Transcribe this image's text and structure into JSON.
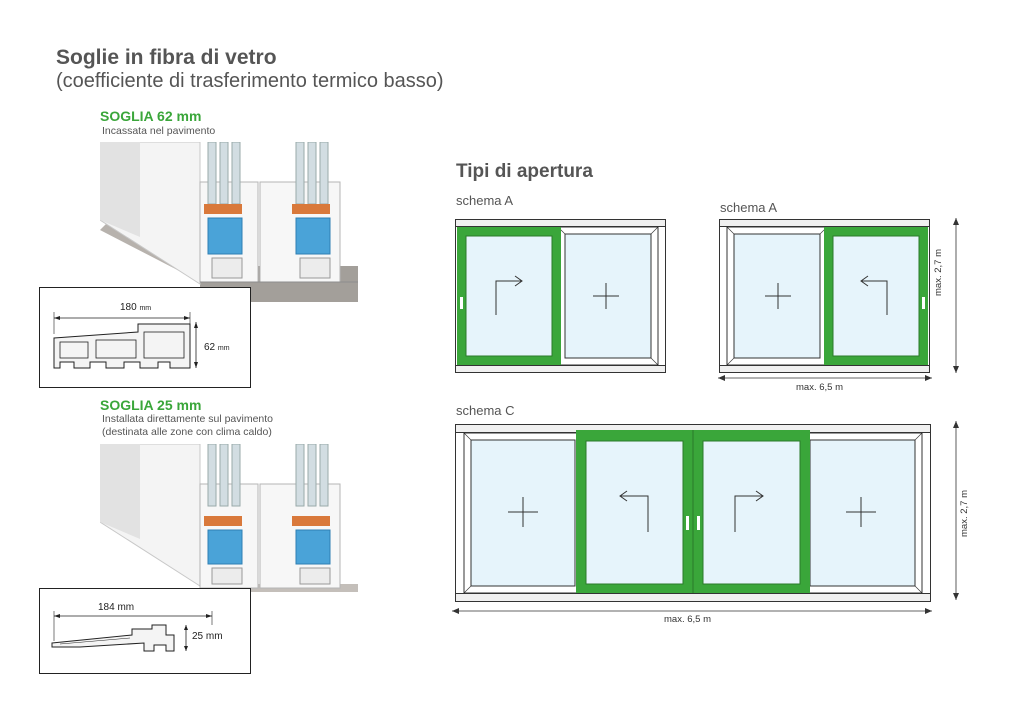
{
  "header": {
    "title": "Soglie in fibra di vetro",
    "subtitle": "(coefficiente di trasferimento termico basso)"
  },
  "threshold_62": {
    "title": "SOGLIA 62 mm",
    "note": "Incassata nel pavimento",
    "width_value": "180",
    "width_unit": "mm",
    "height_value": "62",
    "height_unit": "mm"
  },
  "threshold_25": {
    "title": "SOGLIA 25 mm",
    "note_line1": "Installata direttamente sul pavimento",
    "note_line2": "(destinata alle zone con clima caldo)",
    "width_label": "184 mm",
    "height_label": "25 mm"
  },
  "openings": {
    "heading": "Tipi di apertura",
    "schema_a_left_label": "schema A",
    "schema_a_right_label": "schema A",
    "schema_c_label": "schema C",
    "width_max": "max. 6,5 m",
    "height_max": "max. 2,7 m"
  },
  "colors": {
    "sash_green": "#3aa63a",
    "glass": "#e6f4fb",
    "frame_line": "#333333",
    "frame_gray": "#cccccc"
  }
}
